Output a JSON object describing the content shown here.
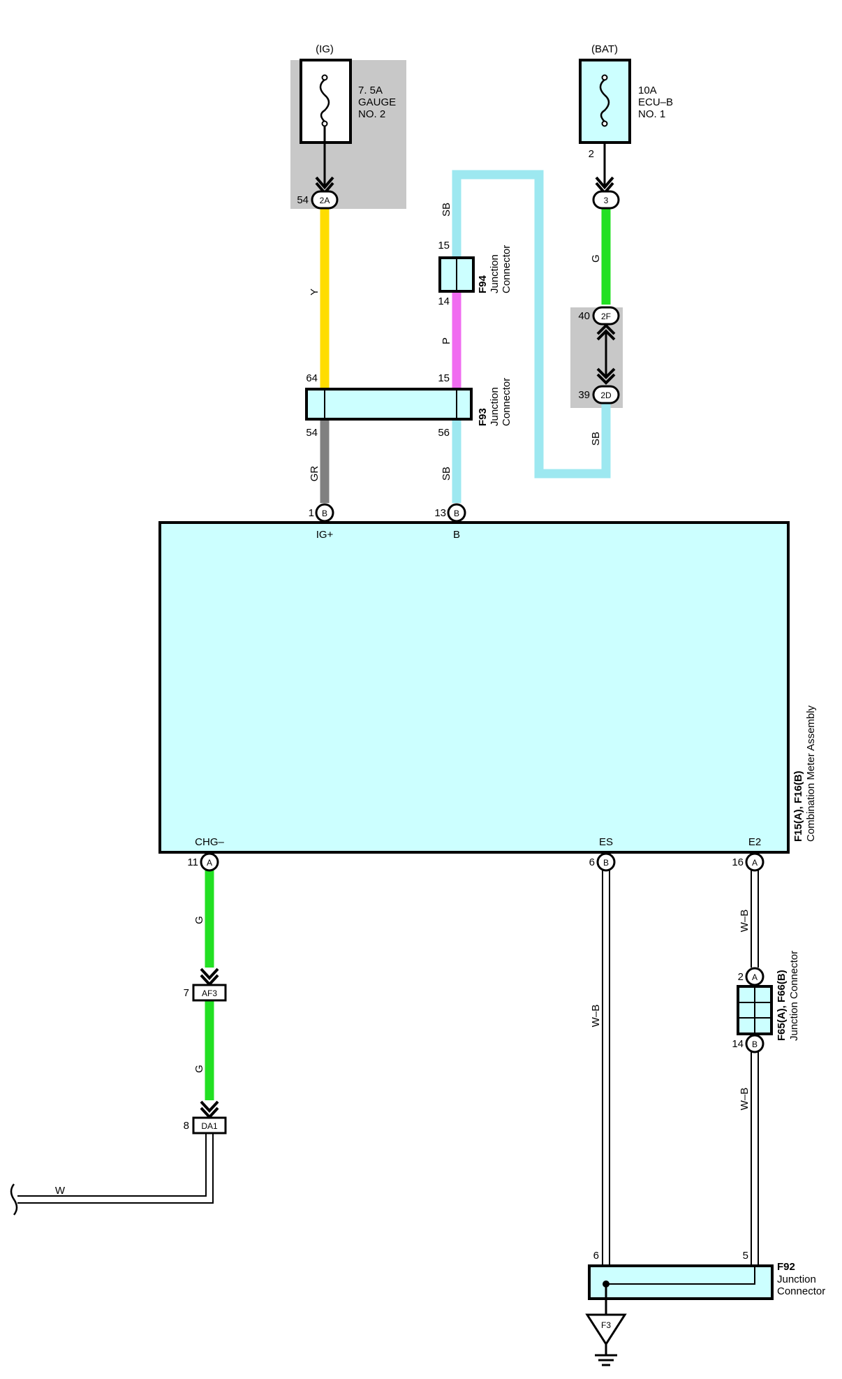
{
  "fuses": {
    "ig": {
      "source": "(IG)",
      "rating": "7. 5A",
      "line2": "GAUGE",
      "line3": "NO. 2"
    },
    "bat": {
      "source": "(BAT)",
      "rating": "10A",
      "line2": "ECU–B",
      "line3": "NO. 1"
    }
  },
  "connectors": {
    "c2A": {
      "code": "2A",
      "pin": "54"
    },
    "c3": {
      "code": "3",
      "pin": "2"
    },
    "c2F": {
      "code": "2F",
      "pin": "40"
    },
    "c2D": {
      "code": "2D",
      "pin": "39"
    },
    "c1B": {
      "code": "B",
      "pin": "1"
    },
    "c13B": {
      "code": "B",
      "pin": "13"
    },
    "c11A": {
      "code": "A",
      "pin": "11"
    },
    "c6B": {
      "code": "B",
      "pin": "6"
    },
    "c16A": {
      "code": "A",
      "pin": "16"
    },
    "af3": {
      "code": "AF3",
      "pin": "7"
    },
    "da1": {
      "code": "DA1",
      "pin": "8"
    },
    "f65a": {
      "code": "A",
      "pin": "2"
    },
    "f66b": {
      "code": "B",
      "pin": "14"
    },
    "f3": {
      "code": "F3"
    }
  },
  "junctions": {
    "f94": {
      "name": "F94",
      "desc1": "Junction",
      "desc2": "Connector",
      "pin_top": "15",
      "pin_bottom": "14"
    },
    "f93": {
      "name": "F93",
      "desc1": "Junction",
      "desc2": "Connector",
      "pin_tl": "64",
      "pin_tr": "15",
      "pin_bl": "54",
      "pin_br": "56"
    },
    "f65": {
      "name": "F65(A), F66(B)",
      "desc": "Junction Connector"
    },
    "f92": {
      "name": "F92",
      "desc1": "Junction",
      "desc2": "Connector",
      "pin_l": "6",
      "pin_r": "5"
    }
  },
  "meter": {
    "name": "F15(A), F16(B)",
    "desc": "Combination Meter Assembly",
    "term_ig": "IG+",
    "term_b": "B",
    "term_chg": "CHG–",
    "term_es": "ES",
    "term_e2": "E2"
  },
  "wire_labels": {
    "y": "Y",
    "gr": "GR",
    "sb1": "SB",
    "sb2": "SB",
    "sb3": "SB",
    "p": "P",
    "g1": "G",
    "g2": "G",
    "g3": "G",
    "wb1": "W–B",
    "wb2": "W–B",
    "wb3": "W–B",
    "w": "W"
  },
  "colors": {
    "yellow": "#ffdd00",
    "gray": "#808080",
    "light_blue": "#9de8f0",
    "pink": "#f06cf0",
    "green": "#22e022",
    "white": "#ffffff",
    "fill_cyan": "#ccffff",
    "shade": "#c8c8c8"
  }
}
